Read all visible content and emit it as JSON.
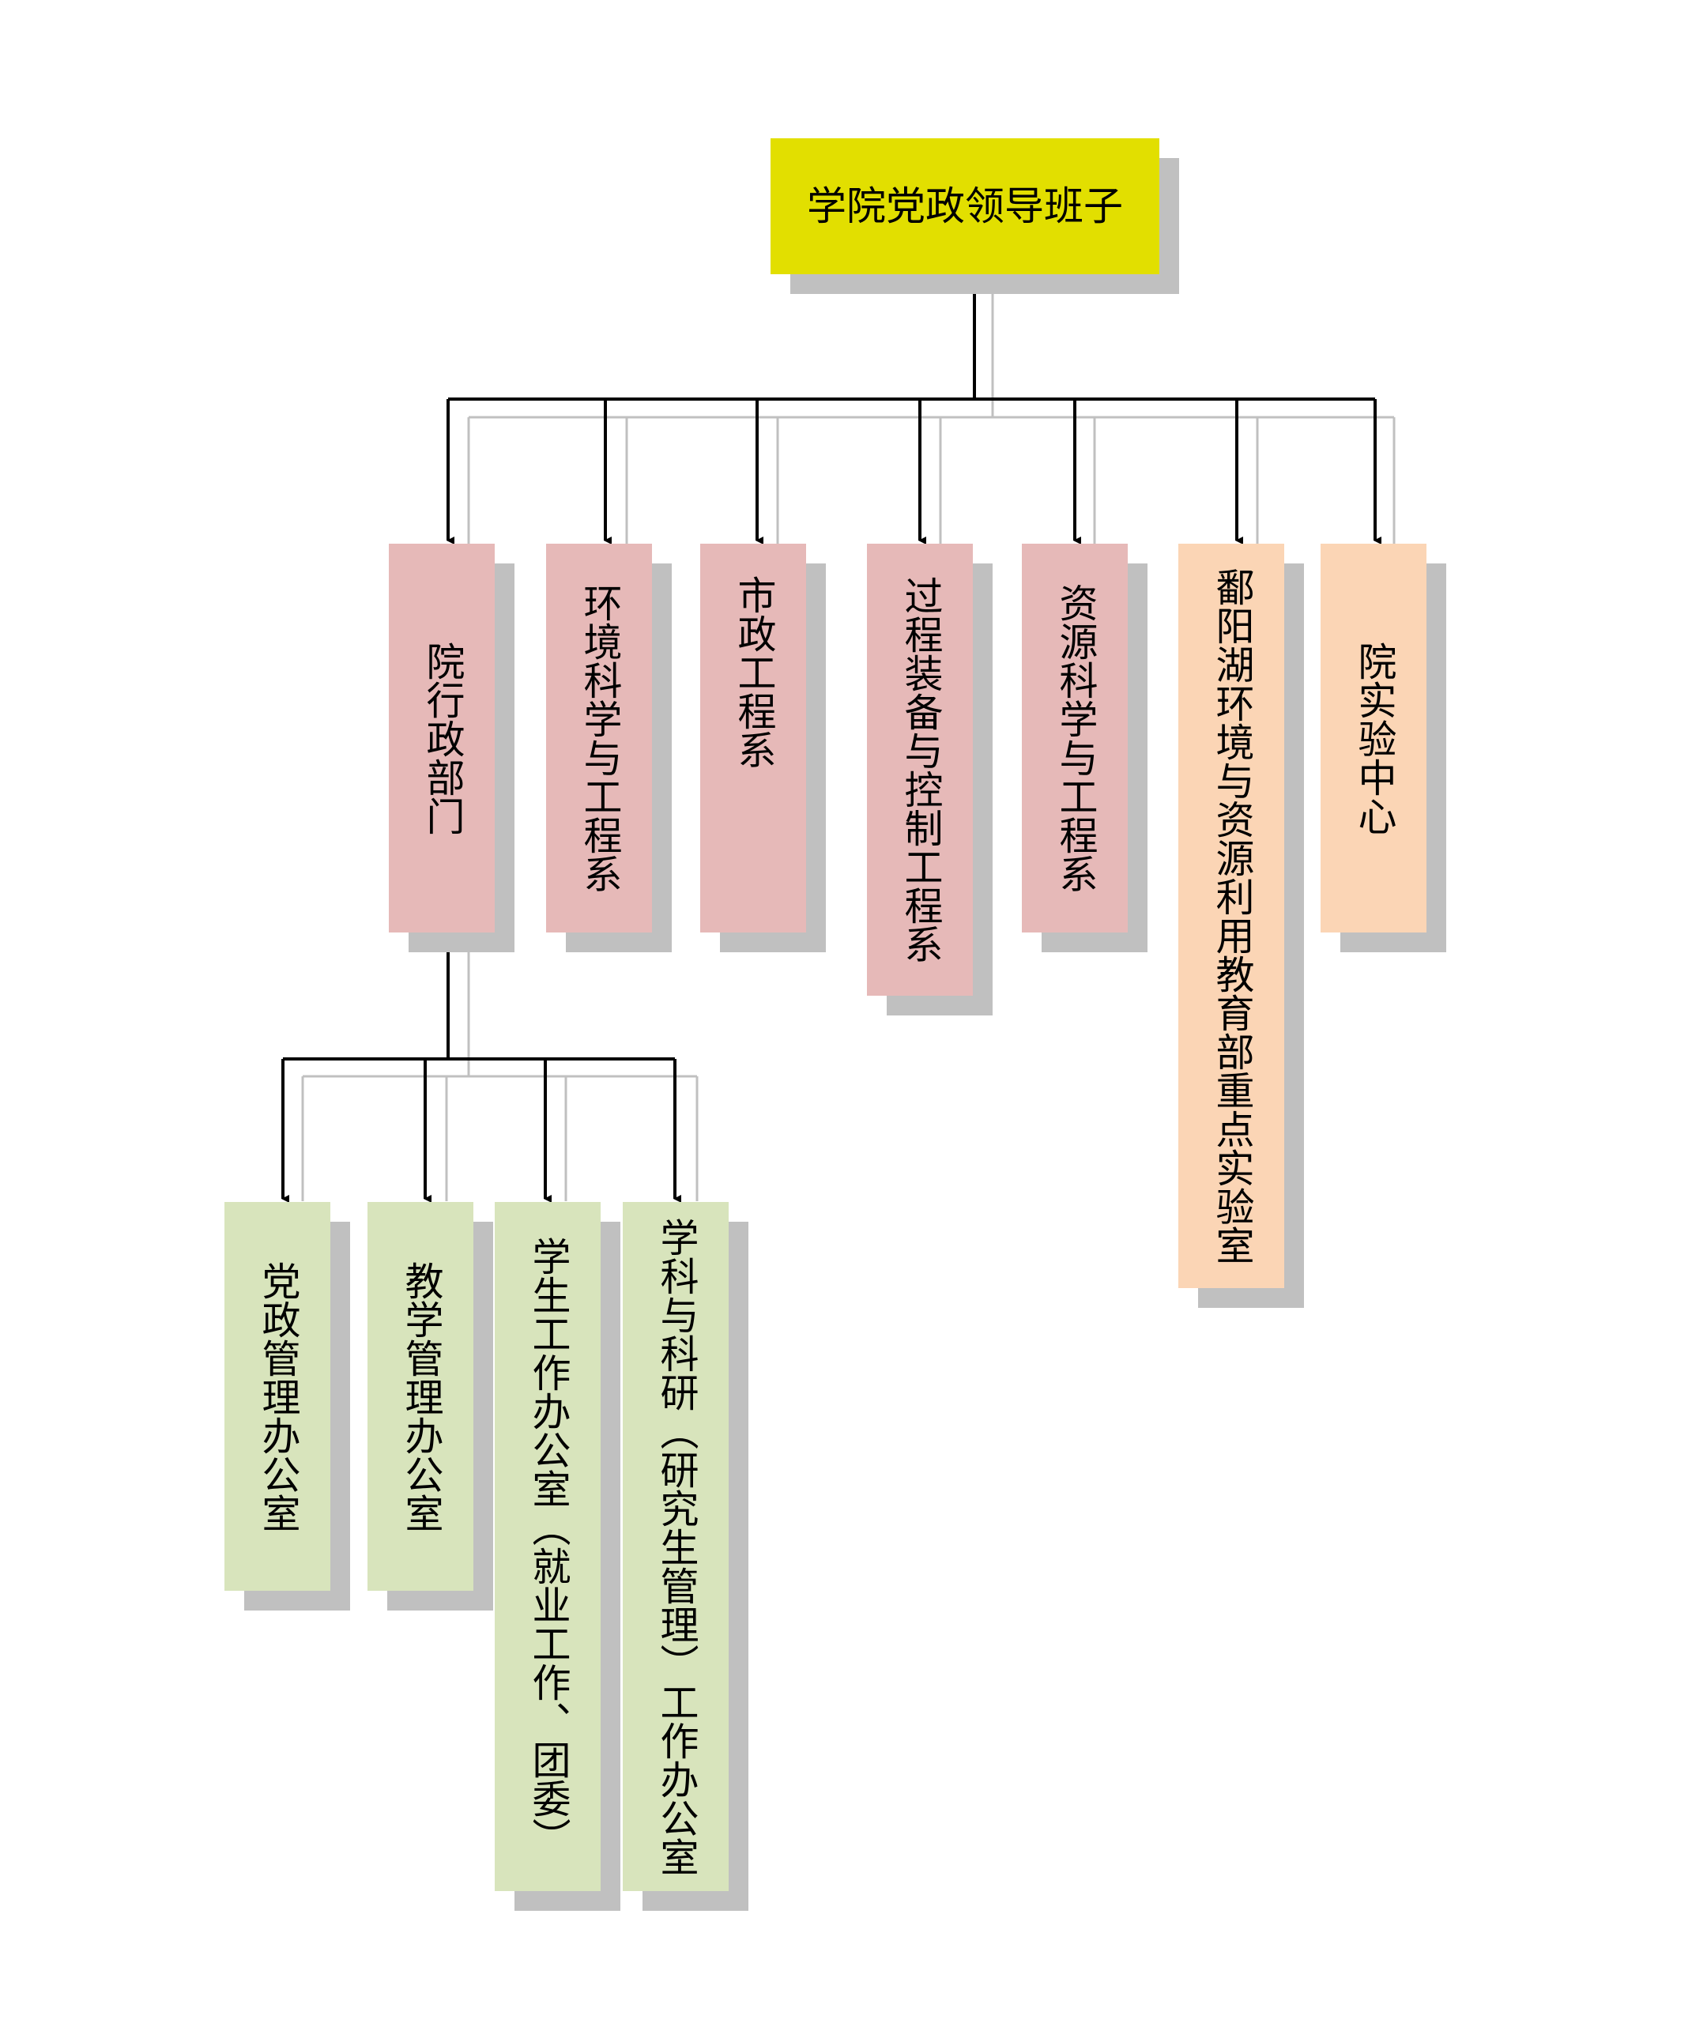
{
  "root": {
    "label": "学院党政领导班子"
  },
  "departments": [
    {
      "id": "admin",
      "label": "院行政部门"
    },
    {
      "id": "env",
      "label": "环境科学与工程系"
    },
    {
      "id": "municipal",
      "label": "市政工程系"
    },
    {
      "id": "process",
      "label": "过程装备与控制工程系"
    },
    {
      "id": "resource",
      "label": "资源科学与工程系"
    },
    {
      "id": "poyang",
      "label": "鄱阳湖环境与资源利用教育部重点实验室"
    },
    {
      "id": "labcenter",
      "label": "院实验中心"
    }
  ],
  "offices": [
    {
      "id": "party",
      "label": "党政管理办公室"
    },
    {
      "id": "teaching",
      "label": "教学管理办公室"
    },
    {
      "id": "student",
      "label": "学生工作办公室（就业工作、团委）"
    },
    {
      "id": "research",
      "label": "学科与科研（研究生管理）工作办公室"
    }
  ],
  "colors": {
    "root": "#e2df00",
    "department": "#e6b9b8",
    "lab": "#fbd5b5",
    "office": "#d8e4bc",
    "shadow": "#c0c0c0",
    "connector": "#000000"
  }
}
